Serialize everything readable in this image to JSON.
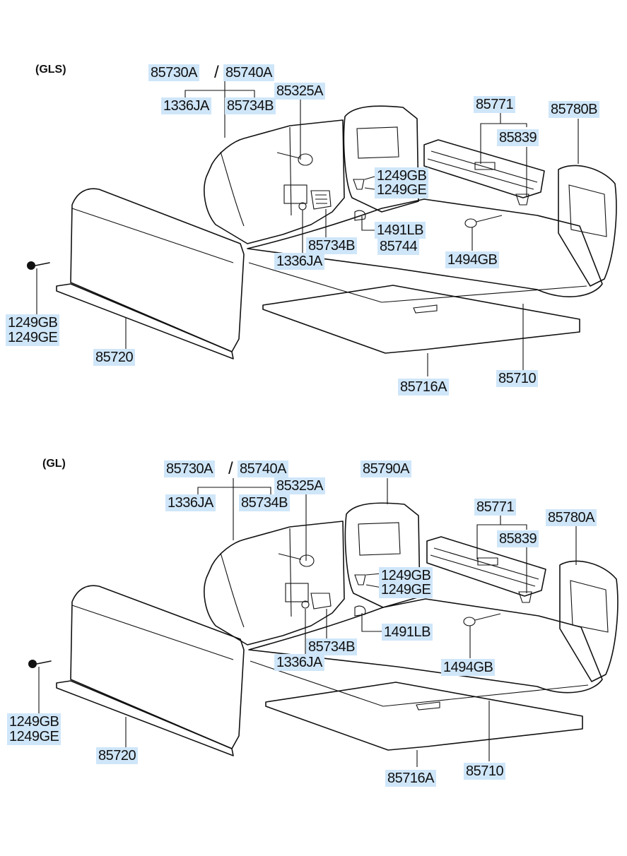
{
  "sections": {
    "gls": "(GLS)",
    "gl": "(GL)"
  },
  "gls": {
    "p85730A": "85730A",
    "p85740A": "85740A",
    "p1336JA_top": "1336JA",
    "p85734B_top": "85734B",
    "p85325A": "85325A",
    "p85771": "85771",
    "p85780B": "85780B",
    "p85839": "85839",
    "p1249GB_mid": "1249GB",
    "p1249GE_mid": "1249GE",
    "p1491LB": "1491LB",
    "p85744": "85744",
    "p85734B_low": "85734B",
    "p1336JA_low": "1336JA",
    "p1494GB": "1494GB",
    "p1249GB_left": "1249GB",
    "p1249GE_left": "1249GE",
    "p85720": "85720",
    "p85716A": "85716A",
    "p85710": "85710"
  },
  "gl": {
    "p85730A": "85730A",
    "p85740A": "85740A",
    "p85790A": "85790A",
    "p1336JA_top": "1336JA",
    "p85734B_top": "85734B",
    "p85325A": "85325A",
    "p85771": "85771",
    "p85780A": "85780A",
    "p85839": "85839",
    "p1249GB_mid": "1249GB",
    "p1249GE_mid": "1249GE",
    "p1491LB": "1491LB",
    "p85734B_low": "85734B",
    "p1336JA_low": "1336JA",
    "p1494GB": "1494GB",
    "p1249GB_left": "1249GB",
    "p1249GE_left": "1249GE",
    "p85720": "85720",
    "p85716A": "85716A",
    "p85710": "85710"
  }
}
